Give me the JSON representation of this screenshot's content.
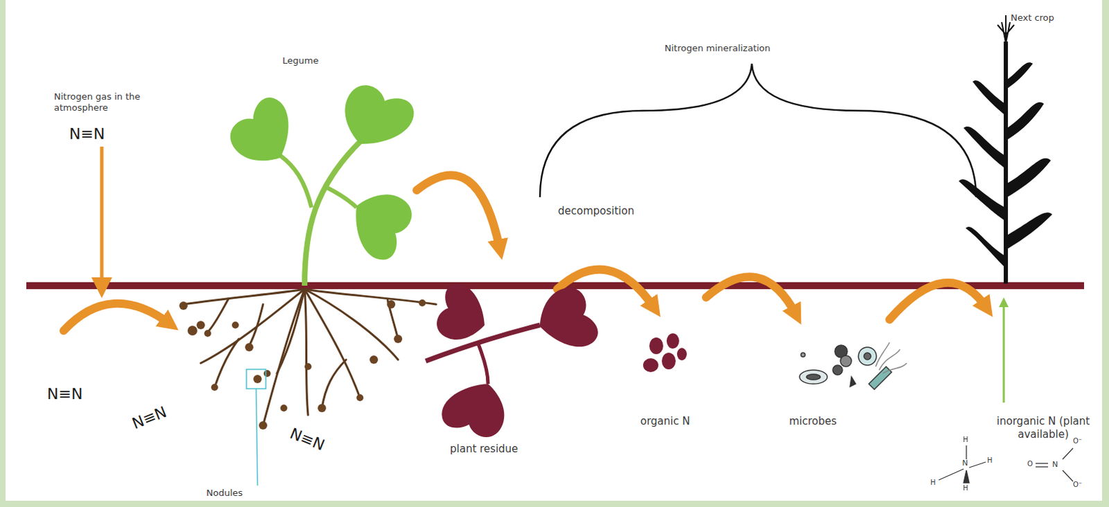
{
  "diagram": {
    "labels": [
      "Nitrogen gas in the atmosphere",
      "N≡N",
      "Legume",
      "Nitrogen mineralization",
      "Next crop",
      "decomposition",
      "N≡N",
      "N≡N",
      "N≡N",
      "plant residue",
      "organic N",
      "microbes",
      "inorganic N (plant available)",
      "Nodules",
      "H",
      "H",
      "H",
      "H",
      "N",
      "O⁻",
      "O",
      "N",
      "O⁻"
    ]
  }
}
